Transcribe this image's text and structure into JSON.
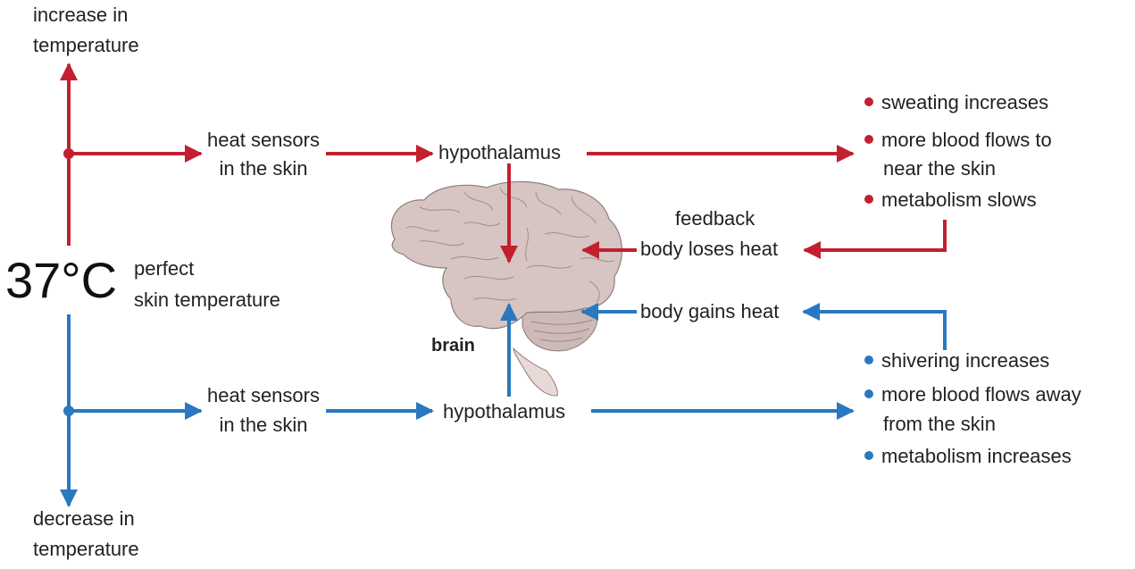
{
  "colors": {
    "warm": "#c2202f",
    "cool": "#2a78bf",
    "brain_fill": "#d7c5c3",
    "brain_stroke": "#8e7d7b"
  },
  "top_label": {
    "line1": "increase in",
    "line2": "temperature"
  },
  "bottom_label": {
    "line1": "decrease in",
    "line2": "temperature"
  },
  "center": {
    "value": "37°C",
    "line1": "perfect",
    "line2": "skin temperature"
  },
  "warm_path": {
    "sensors": {
      "line1": "heat sensors",
      "line2": "in the skin"
    },
    "hypothalamus": "hypothalamus",
    "responses": [
      "sweating increases",
      "more blood flows to",
      "near the skin",
      "metabolism slows"
    ],
    "feedback": "feedback",
    "result": "body loses heat"
  },
  "cool_path": {
    "sensors": {
      "line1": "heat sensors",
      "line2": "in the skin"
    },
    "hypothalamus": "hypothalamus",
    "responses": [
      "shivering increases",
      "more blood flows away",
      "from the skin",
      "metabolism increases"
    ],
    "result": "body gains heat"
  },
  "brain_label": "brain",
  "icons": {
    "brain": "brain-illustration",
    "arrow": "arrowhead"
  }
}
